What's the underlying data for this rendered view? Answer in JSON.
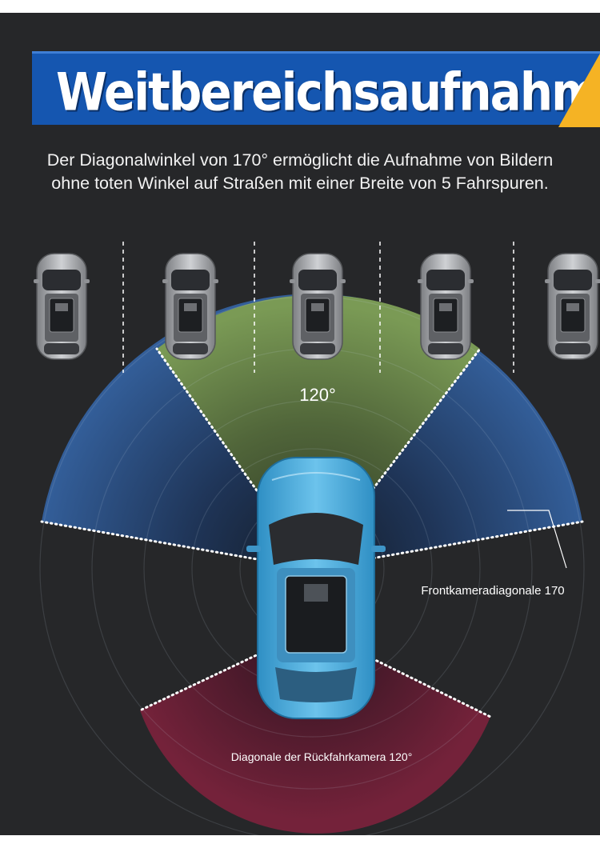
{
  "banner": {
    "title": "Weitbereichsaufnahme"
  },
  "intro": {
    "line1": "Der Diagonalwinkel von 170° ermöglicht die Aufnahme von Bildern",
    "line2": "ohne toten Winkel auf Straßen mit einer Breite von 5 Fahrspuren."
  },
  "labels": {
    "angle_front_center": "120°",
    "front_camera": "Frontkameradiagonale 170",
    "rear_camera": "Diagonale der Rückfahrkamera 120°"
  },
  "colors": {
    "background": "#262729",
    "banner": "#1556b0",
    "banner_accent": "#f5b324",
    "wide_zone": "#2f5690",
    "center_zone": "#6f8f4c",
    "rear_zone": "#6c2036",
    "main_car": "#4aa6d6",
    "parked_car": "#a7a9ac"
  },
  "lanes": {
    "parked_car_count": 5,
    "divider_count": 4
  }
}
